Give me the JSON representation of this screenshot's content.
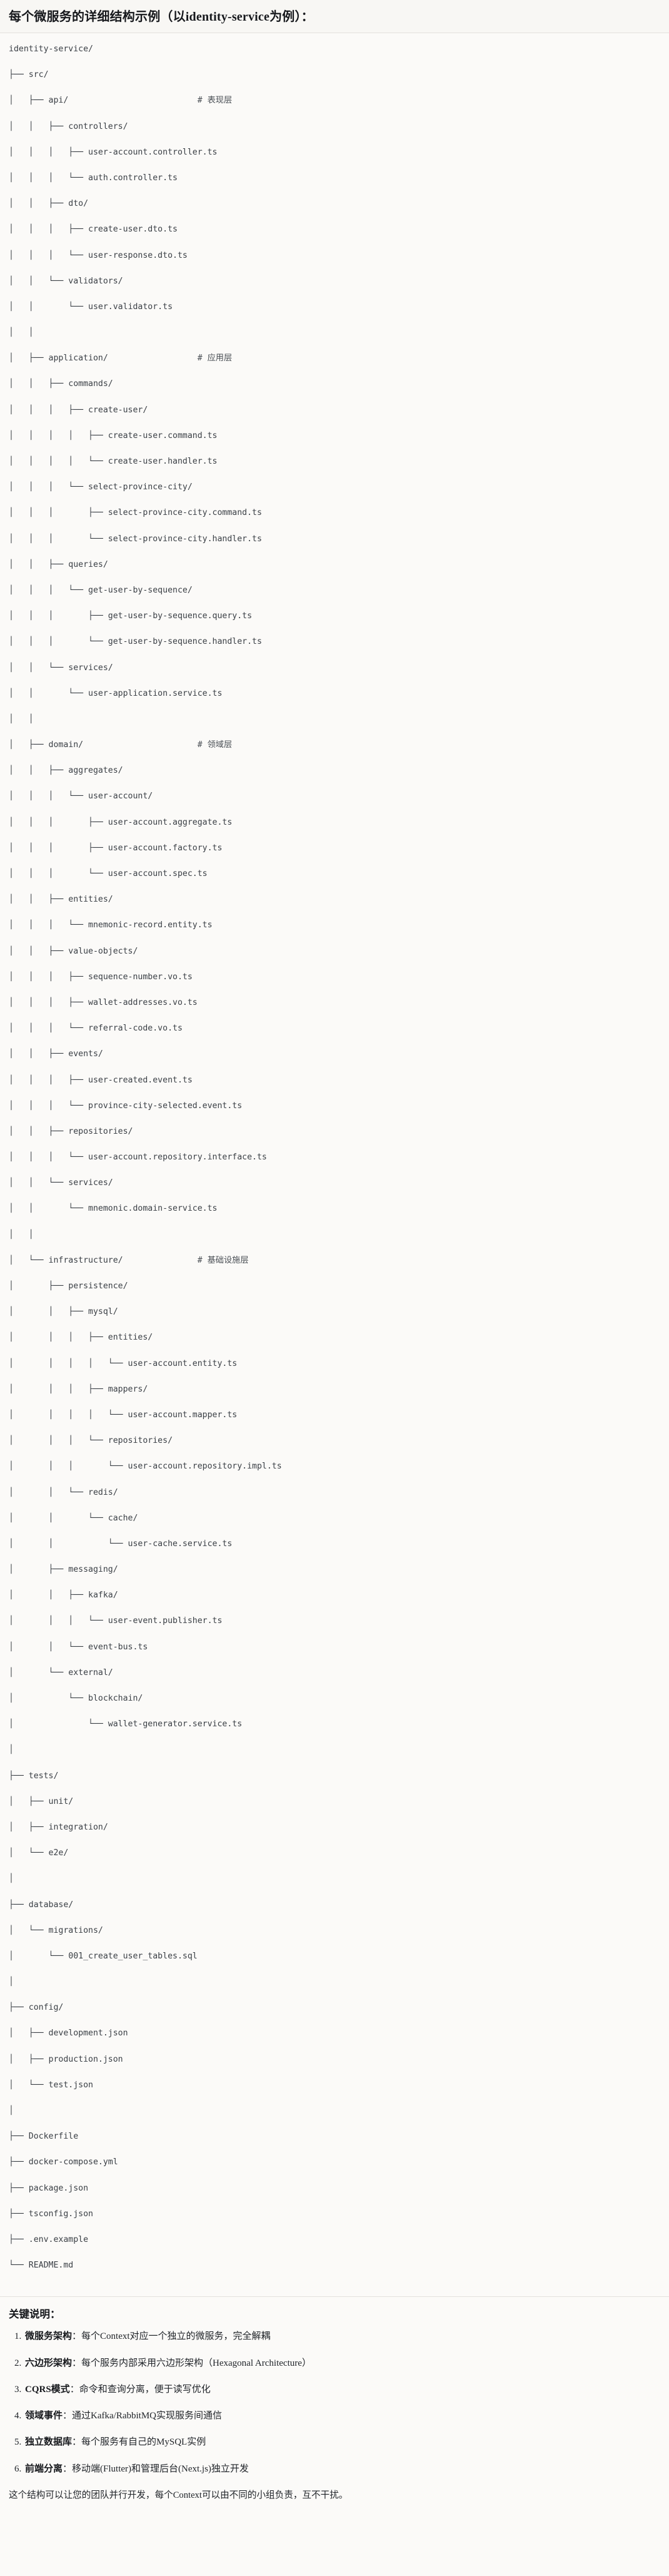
{
  "header": {
    "title": "每个微服务的详细结构示例（以identity-service为例）："
  },
  "tree": {
    "root": "identity-service/",
    "lines": [
      "identity-service/",
      "├── src/",
      "│   ├── api/                          # 表现层",
      "│   │   ├── controllers/",
      "│   │   │   ├── user-account.controller.ts",
      "│   │   │   └── auth.controller.ts",
      "│   │   ├── dto/",
      "│   │   │   ├── create-user.dto.ts",
      "│   │   │   └── user-response.dto.ts",
      "│   │   └── validators/",
      "│   │       └── user.validator.ts",
      "│   │",
      "│   ├── application/                  # 应用层",
      "│   │   ├── commands/",
      "│   │   │   ├── create-user/",
      "│   │   │   │   ├── create-user.command.ts",
      "│   │   │   │   └── create-user.handler.ts",
      "│   │   │   └── select-province-city/",
      "│   │   │       ├── select-province-city.command.ts",
      "│   │   │       └── select-province-city.handler.ts",
      "│   │   ├── queries/",
      "│   │   │   └── get-user-by-sequence/",
      "│   │   │       ├── get-user-by-sequence.query.ts",
      "│   │   │       └── get-user-by-sequence.handler.ts",
      "│   │   └── services/",
      "│   │       └── user-application.service.ts",
      "│   │",
      "│   ├── domain/                       # 领域层",
      "│   │   ├── aggregates/",
      "│   │   │   └── user-account/",
      "│   │   │       ├── user-account.aggregate.ts",
      "│   │   │       ├── user-account.factory.ts",
      "│   │   │       └── user-account.spec.ts",
      "│   │   ├── entities/",
      "│   │   │   └── mnemonic-record.entity.ts",
      "│   │   ├── value-objects/",
      "│   │   │   ├── sequence-number.vo.ts",
      "│   │   │   ├── wallet-addresses.vo.ts",
      "│   │   │   └── referral-code.vo.ts",
      "│   │   ├── events/",
      "│   │   │   ├── user-created.event.ts",
      "│   │   │   └── province-city-selected.event.ts",
      "│   │   ├── repositories/",
      "│   │   │   └── user-account.repository.interface.ts",
      "│   │   └── services/",
      "│   │       └── mnemonic.domain-service.ts",
      "│   │",
      "│   └── infrastructure/               # 基础设施层",
      "│       ├── persistence/",
      "│       │   ├── mysql/",
      "│       │   │   ├── entities/",
      "│       │   │   │   └── user-account.entity.ts",
      "│       │   │   ├── mappers/",
      "│       │   │   │   └── user-account.mapper.ts",
      "│       │   │   └── repositories/",
      "│       │   │       └── user-account.repository.impl.ts",
      "│       │   └── redis/",
      "│       │       └── cache/",
      "│       │           └── user-cache.service.ts",
      "│       ├── messaging/",
      "│       │   ├── kafka/",
      "│       │   │   └── user-event.publisher.ts",
      "│       │   └── event-bus.ts",
      "│       └── external/",
      "│           └── blockchain/",
      "│               └── wallet-generator.service.ts",
      "│",
      "├── tests/",
      "│   ├── unit/",
      "│   ├── integration/",
      "│   └── e2e/",
      "│",
      "├── database/",
      "│   └── migrations/",
      "│       └── 001_create_user_tables.sql",
      "│",
      "├── config/",
      "│   ├── development.json",
      "│   ├── production.json",
      "│   └── test.json",
      "│",
      "├── Dockerfile",
      "├── docker-compose.yml",
      "├── package.json",
      "├── tsconfig.json",
      "├── .env.example",
      "└── README.md"
    ],
    "layer_comments": [
      "# 表现层",
      "# 应用层",
      "# 领域层",
      "# 基础设施层"
    ]
  },
  "notes": {
    "heading": "关键说明：",
    "items": [
      {
        "term": "微服务架构",
        "sep": "：",
        "desc": "每个Context对应一个独立的微服务，完全解耦"
      },
      {
        "term": "六边形架构",
        "sep": "：",
        "desc": "每个服务内部采用六边形架构（Hexagonal Architecture）"
      },
      {
        "term": "CQRS模式",
        "sep": "：",
        "desc": "命令和查询分离，便于读写优化"
      },
      {
        "term": "领域事件",
        "sep": "：",
        "desc": "通过Kafka/RabbitMQ实现服务间通信"
      },
      {
        "term": "独立数据库",
        "sep": "：",
        "desc": "每个服务有自己的MySQL实例"
      },
      {
        "term": "前端分离",
        "sep": "：",
        "desc": "移动端(Flutter)和管理后台(Next.js)独立开发"
      }
    ],
    "footer": "这个结构可以让您的团队并行开发，每个Context可以由不同的小组负责，互不干扰。"
  }
}
